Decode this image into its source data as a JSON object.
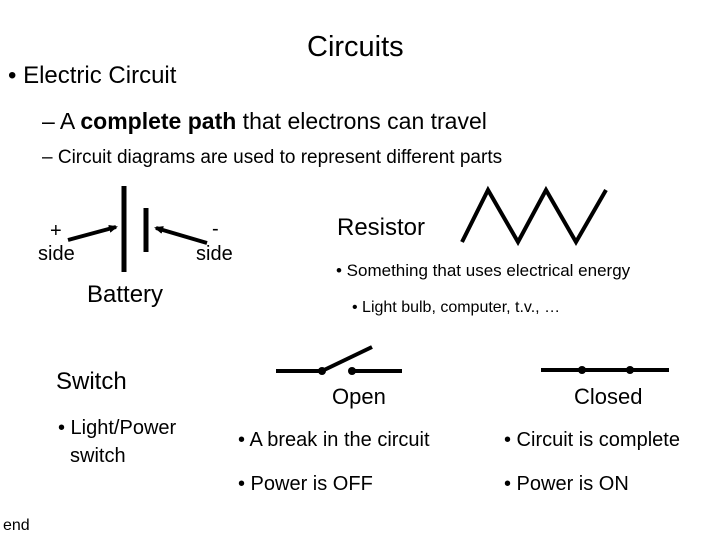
{
  "slide": {
    "title": "Circuits",
    "bullet1": "• Electric Circuit",
    "bullet2_prefix": "– A ",
    "bullet2_bold": "complete path",
    "bullet2_suffix": " that electrons can travel",
    "bullet3": "– Circuit diagrams are used to represent different parts"
  },
  "battery": {
    "plus": "+",
    "plus_side": "side",
    "minus": "-",
    "minus_side": "side",
    "label": "Battery"
  },
  "resistor": {
    "label": "Resistor",
    "desc1": "• Something that uses electrical energy",
    "desc2": "• Light bulb, computer, t.v., …"
  },
  "switch": {
    "label": "Switch",
    "desc_line1": "• Light/Power",
    "desc_line2": "switch",
    "open_label": "Open",
    "closed_label": "Closed",
    "open_desc1": "• A break in the circuit",
    "open_desc2": "• Power is OFF",
    "closed_desc1": "• Circuit is complete",
    "closed_desc2": "• Power is ON"
  },
  "footer": {
    "end": "end"
  },
  "colors": {
    "text": "#000000",
    "background": "#ffffff"
  },
  "icons": [
    "battery-symbol-icon",
    "resistor-zigzag-icon",
    "open-switch-icon",
    "closed-switch-icon",
    "arrow-icon"
  ]
}
